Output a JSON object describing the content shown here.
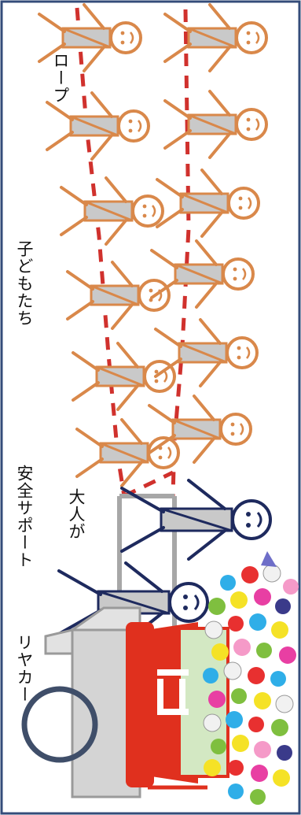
{
  "labels": {
    "rope": "ロープ",
    "children": "子どもたち",
    "safety_support": "安全サポート",
    "adults": "大人が",
    "cart": "リヤカー"
  },
  "colors": {
    "child": "#D9884A",
    "adult": "#1E2A5E",
    "body_fill": "#C9C9C9",
    "rope": "#D0312D",
    "cart_gray": "#A7A7A7",
    "shrine_red": "#E0301E",
    "shrine_green": "#D3E8C3",
    "frame_blue": "#344C7A"
  },
  "icons": [
    "stick-figure-icon",
    "smiley-face-icon",
    "portable-shrine-icon",
    "flower-icon",
    "cart-wheel-icon"
  ]
}
